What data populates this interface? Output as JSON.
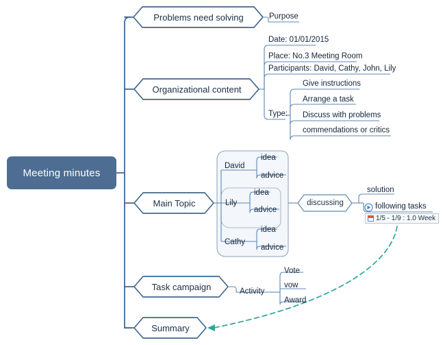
{
  "root": {
    "label": "Meeting minutes"
  },
  "branches": [
    {
      "label": "Problems need solving",
      "children": [
        {
          "label": "Purpose"
        }
      ]
    },
    {
      "label": "Organizational content",
      "children": [
        {
          "label": "Date: 01/01/2015"
        },
        {
          "label": "Place: No.3 Meeting Room"
        },
        {
          "label": "Participants: David, Cathy, John, Lily"
        },
        {
          "label": "Type:",
          "children": [
            {
              "label": "Give instructions"
            },
            {
              "label": "Arrange a task"
            },
            {
              "label": "Discuss with problems"
            },
            {
              "label": "commendations or critics"
            }
          ]
        }
      ]
    },
    {
      "label": "Main Topic",
      "people": [
        {
          "label": "David",
          "children": [
            {
              "label": "idea"
            },
            {
              "label": "advice"
            }
          ]
        },
        {
          "label": "Lily",
          "children": [
            {
              "label": "idea"
            },
            {
              "label": "advice"
            }
          ]
        },
        {
          "label": "Cathy",
          "children": [
            {
              "label": "idea"
            },
            {
              "label": "advice"
            }
          ]
        }
      ],
      "discussing": {
        "label": "discussing",
        "solution_label": "solution",
        "task": {
          "label": "following tasks",
          "icon": "task-start-icon",
          "schedule": "1/5 - 1/9 : 1.0 Week",
          "schedule_icon": "calendar-icon"
        }
      }
    },
    {
      "label": "Task campaign",
      "children": [
        {
          "label": "Activity",
          "children": [
            {
              "label": "Vote"
            },
            {
              "label": "vow"
            },
            {
              "label": "Award"
            }
          ]
        }
      ]
    },
    {
      "label": "Summary"
    }
  ],
  "relationship": {
    "name": "following-tasks-to-summary",
    "from": "following tasks",
    "to": "Summary",
    "style": "dashed-curved-arrow",
    "color": "#2aa79b"
  },
  "colors": {
    "root_fill": "#4d6e92",
    "root_text": "#ffffff",
    "branch_stroke": "#41678f",
    "sub_stroke": "#5d87b5",
    "boundary_fill": "#f3f6fa",
    "boundary_stroke": "#8fa6bd",
    "text": "#13243a",
    "relationship": "#2aa79b"
  }
}
